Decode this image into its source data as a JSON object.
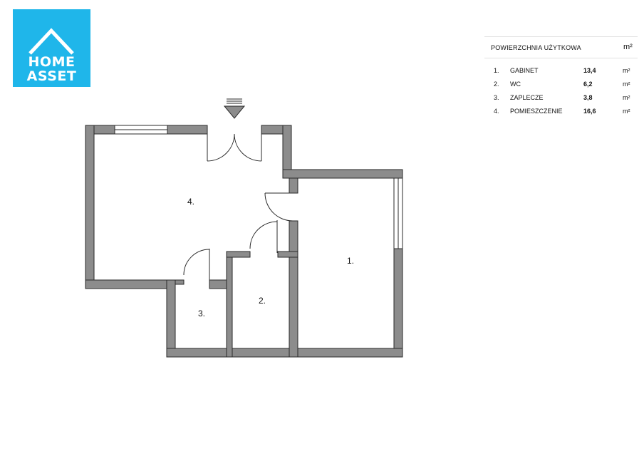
{
  "logo": {
    "line1": "HOME",
    "line2": "ASSET",
    "color": "#1fb6ea"
  },
  "legend": {
    "title": "POWIERZCHNIA UŻYTKOWA",
    "unit_header": "m²",
    "rows": [
      {
        "num": "1.",
        "name": "GABINET",
        "area": "13,4",
        "unit": "m²"
      },
      {
        "num": "2.",
        "name": "WC",
        "area": "6,2",
        "unit": "m²"
      },
      {
        "num": "3.",
        "name": "ZAPLECZE",
        "area": "3,8",
        "unit": "m²"
      },
      {
        "num": "4.",
        "name": "POMIESZCZENIE",
        "area": "16,6",
        "unit": "m²"
      }
    ]
  },
  "plan": {
    "room_labels": [
      "1.",
      "2.",
      "3.",
      "4."
    ],
    "wall_color": "#8c8c8c",
    "line_color": "#2a2a2a"
  }
}
